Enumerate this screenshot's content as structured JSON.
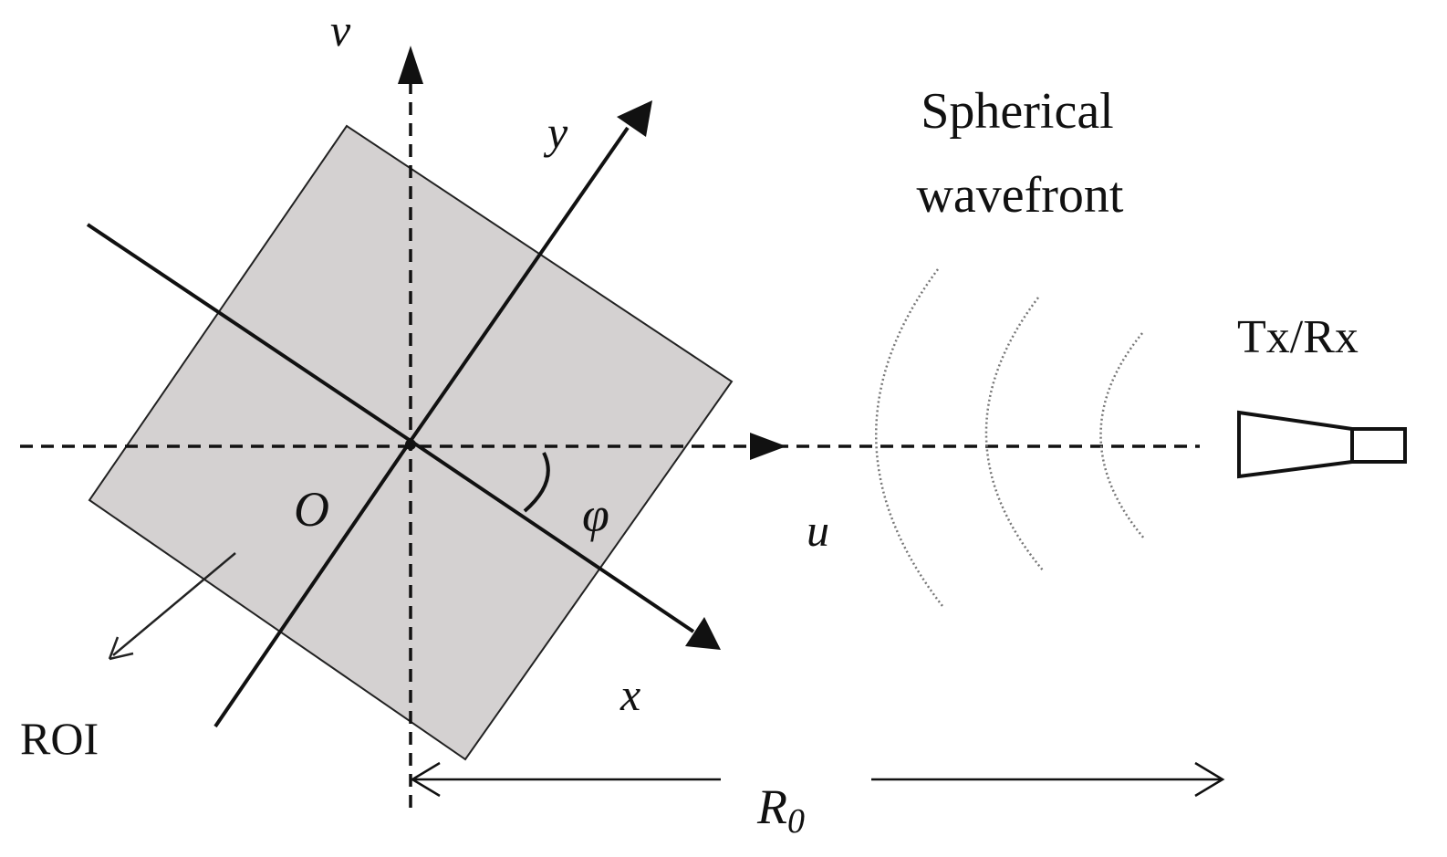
{
  "labels": {
    "v_axis": "v",
    "y_axis": "y",
    "x_axis": "x",
    "u_axis": "u",
    "origin": "O",
    "angle": "φ",
    "roi": "ROI",
    "wavefront_line1": "Spherical",
    "wavefront_line2": "wavefront",
    "antenna": "Tx/Rx",
    "distance_main": "R",
    "distance_sub": "0"
  },
  "colors": {
    "roi_fill": "#d4d1d1",
    "stroke": "#111111",
    "wavefront": "#777777"
  },
  "icons": {
    "antenna": "horn-antenna-icon"
  }
}
